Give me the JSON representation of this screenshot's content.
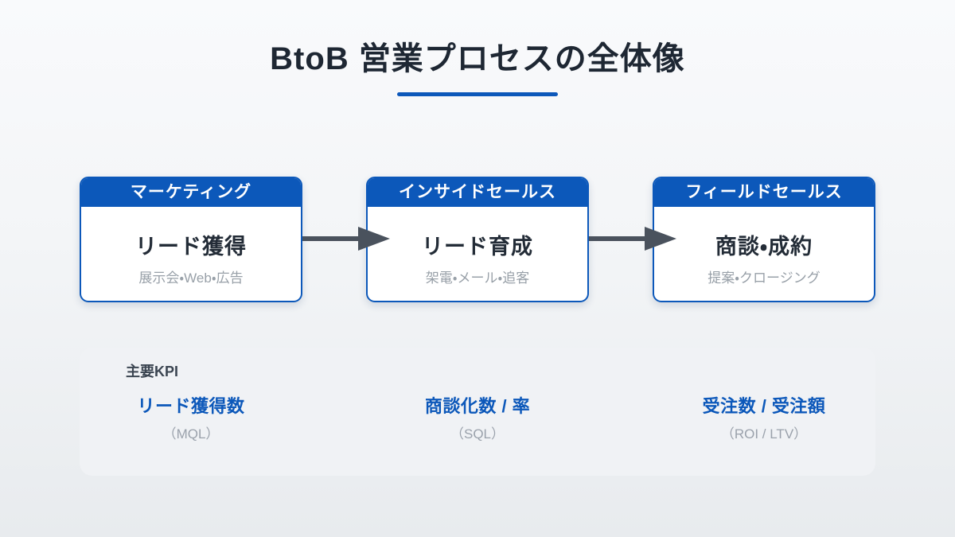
{
  "title": "BtoB 営業プロセスの全体像",
  "colors": {
    "accent": "#0c58ba",
    "arrow": "#4a525d",
    "title": "#1e2733",
    "step": "#232c37",
    "detail": "#98a0a8",
    "kpi-head": "#3b4551",
    "kpi-sub": "#9aa1ab",
    "panel": "#f0f2f5"
  },
  "stages": [
    {
      "role": "マーケティング",
      "step": "リード獲得",
      "detail": "展示会・Web・広告"
    },
    {
      "role": "インサイドセールス",
      "step": "リード育成",
      "detail": "架電・メール・追客"
    },
    {
      "role": "フィールドセールス",
      "step": "商談・成約",
      "detail": "提案・クロージング"
    }
  ],
  "kpi": {
    "heading": "主要KPI",
    "items": [
      {
        "label": "リード獲得数",
        "sub": "（MQL）"
      },
      {
        "label": "商談化数 / 率",
        "sub": "（SQL）"
      },
      {
        "label": "受注数 / 受注額",
        "sub": "（ROI / LTV）"
      }
    ]
  }
}
